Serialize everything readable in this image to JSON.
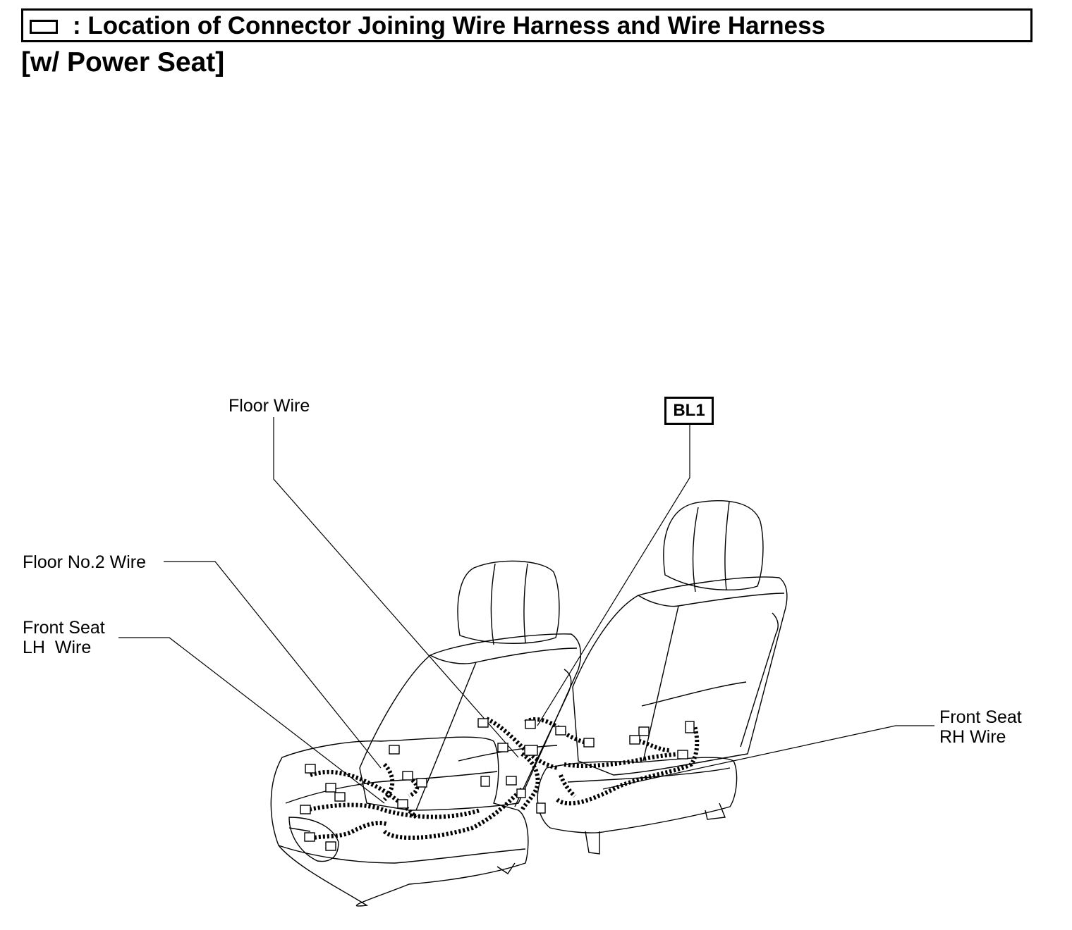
{
  "header": {
    "title": ": Location of Connector Joining Wire Harness and Wire Harness",
    "legend_symbol": "rectangle-outline"
  },
  "subtitle": "[w/ Power Seat]",
  "labels": {
    "floor_wire": "Floor Wire",
    "floor_no2_wire": "Floor No.2 Wire",
    "front_seat_lh_wire": "Front Seat\nLH  Wire",
    "front_seat_rh_wire": "Front Seat\nRH Wire"
  },
  "connector_code": "BL1"
}
